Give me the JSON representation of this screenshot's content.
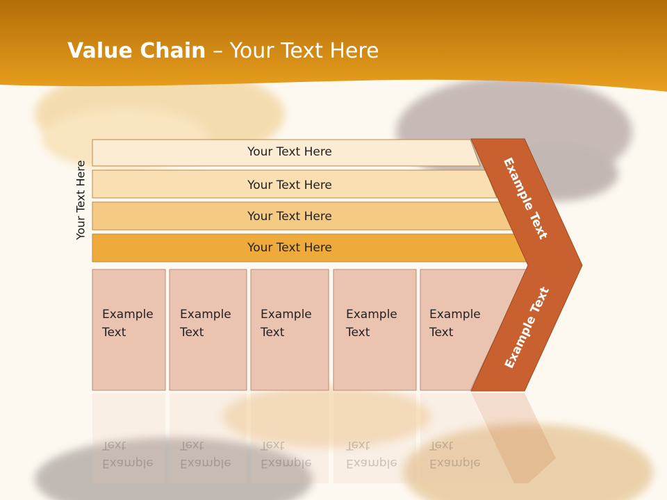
{
  "title": {
    "bold": "Value Chain",
    "rest": " – Your Text Here"
  },
  "side_label": "Your Text Here",
  "bars": [
    {
      "label": "Your Text Here",
      "color": "#fcecd4"
    },
    {
      "label": "Your Text Here",
      "color": "#f9dfb2"
    },
    {
      "label": "Your Text Here",
      "color": "#f5ca85"
    },
    {
      "label": "Your Text Here",
      "color": "#efaa3c"
    }
  ],
  "boxes": [
    {
      "label": "Example\nText"
    },
    {
      "label": "Example\nText"
    },
    {
      "label": "Example\nText"
    },
    {
      "label": "Example\nText"
    },
    {
      "label": "Example\nText"
    }
  ],
  "chevron": {
    "top_label": "Example Text",
    "bottom_label": "Example Text",
    "color": "#c8602f"
  },
  "colors": {
    "header": "#e19a1c",
    "box": "#ebc4b1",
    "background": "#fdf9f1"
  }
}
